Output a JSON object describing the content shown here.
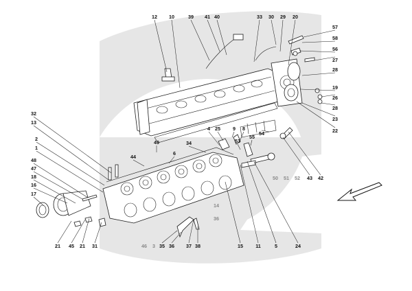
{
  "diagram": {
    "callouts": [
      {
        "id": "12"
      },
      {
        "id": "10"
      },
      {
        "id": "39"
      },
      {
        "id": "41"
      },
      {
        "id": "40"
      },
      {
        "id": "33"
      },
      {
        "id": "30"
      },
      {
        "id": "29"
      },
      {
        "id": "20"
      },
      {
        "id": "57"
      },
      {
        "id": "58"
      },
      {
        "id": "56"
      },
      {
        "id": "27"
      },
      {
        "id": "28"
      },
      {
        "id": "19"
      },
      {
        "id": "26"
      },
      {
        "id": "28"
      },
      {
        "id": "23"
      },
      {
        "id": "22"
      },
      {
        "id": "32"
      },
      {
        "id": "13"
      },
      {
        "id": "2"
      },
      {
        "id": "1"
      },
      {
        "id": "48"
      },
      {
        "id": "47"
      },
      {
        "id": "18"
      },
      {
        "id": "16"
      },
      {
        "id": "17"
      },
      {
        "id": "44"
      },
      {
        "id": "49"
      },
      {
        "id": "6"
      },
      {
        "id": "4"
      },
      {
        "id": "25"
      },
      {
        "id": "9"
      },
      {
        "id": "8"
      },
      {
        "id": "34"
      },
      {
        "id": "53"
      },
      {
        "id": "55"
      },
      {
        "id": "54"
      },
      {
        "id": "50",
        "grey": true
      },
      {
        "id": "51",
        "grey": true
      },
      {
        "id": "52",
        "grey": true
      },
      {
        "id": "43"
      },
      {
        "id": "42"
      },
      {
        "id": "14",
        "grey": true
      },
      {
        "id": "36",
        "grey": true
      },
      {
        "id": "21"
      },
      {
        "id": "45"
      },
      {
        "id": "21"
      },
      {
        "id": "31"
      },
      {
        "id": "46",
        "grey": true
      },
      {
        "id": "3",
        "grey": true
      },
      {
        "id": "35"
      },
      {
        "id": "36"
      },
      {
        "id": "37"
      },
      {
        "id": "38"
      },
      {
        "id": "15"
      },
      {
        "id": "11"
      },
      {
        "id": "5"
      },
      {
        "id": "24"
      }
    ]
  }
}
